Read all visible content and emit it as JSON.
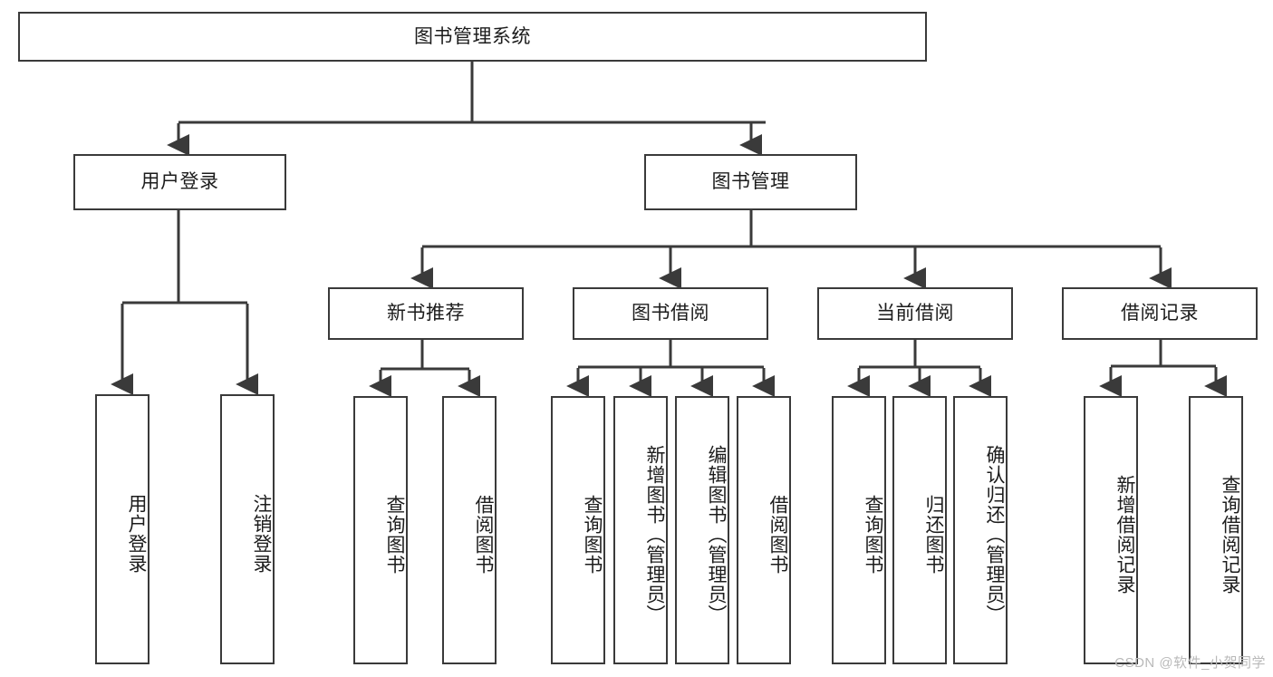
{
  "diagram": {
    "type": "tree",
    "title": "图书管理系统",
    "watermark": "CSDN @软件_小贺同学",
    "colors": {
      "border": "#3a3a3a",
      "background": "#ffffff",
      "text": "#1c1c1c",
      "edge": "#3a3a3a",
      "watermark": "#b9b9b9"
    },
    "nodes": {
      "root": {
        "label": "图书管理系统",
        "orientation": "horizontal"
      },
      "level2": [
        {
          "id": "user-login",
          "label": "用户登录",
          "orientation": "horizontal"
        },
        {
          "id": "book-manage",
          "label": "图书管理",
          "orientation": "horizontal"
        }
      ],
      "level3": [
        {
          "id": "new-book-recommend",
          "label": "新书推荐",
          "orientation": "horizontal"
        },
        {
          "id": "book-borrow",
          "label": "图书借阅",
          "orientation": "horizontal"
        },
        {
          "id": "current-borrow",
          "label": "当前借阅",
          "orientation": "horizontal"
        },
        {
          "id": "borrow-record",
          "label": "借阅记录",
          "orientation": "horizontal"
        }
      ],
      "leaves": {
        "user-login": [
          {
            "id": "leaf-user-login",
            "label": "用户登录",
            "orientation": "vertical"
          },
          {
            "id": "leaf-user-logout",
            "label": "注销登录",
            "orientation": "vertical"
          }
        ],
        "new-book-recommend": [
          {
            "id": "leaf-query-book-1",
            "label": "查询图书",
            "orientation": "vertical"
          },
          {
            "id": "leaf-borrow-book-1",
            "label": "借阅图书",
            "orientation": "vertical"
          }
        ],
        "book-borrow": [
          {
            "id": "leaf-query-book-2",
            "label": "查询图书",
            "orientation": "vertical"
          },
          {
            "id": "leaf-add-book",
            "label": "新增图书（管理员）",
            "orientation": "vertical"
          },
          {
            "id": "leaf-edit-book",
            "label": "编辑图书（管理员）",
            "orientation": "vertical"
          },
          {
            "id": "leaf-borrow-book-2",
            "label": "借阅图书",
            "orientation": "vertical"
          }
        ],
        "current-borrow": [
          {
            "id": "leaf-query-book-3",
            "label": "查询图书",
            "orientation": "vertical"
          },
          {
            "id": "leaf-return-book",
            "label": "归还图书",
            "orientation": "vertical"
          },
          {
            "id": "leaf-confirm-return",
            "label": "确认归还（管理员）",
            "orientation": "vertical"
          }
        ],
        "borrow-record": [
          {
            "id": "leaf-add-record",
            "label": "新增借阅记录",
            "orientation": "vertical"
          },
          {
            "id": "leaf-query-record",
            "label": "查询借阅记录",
            "orientation": "vertical"
          }
        ]
      }
    }
  }
}
